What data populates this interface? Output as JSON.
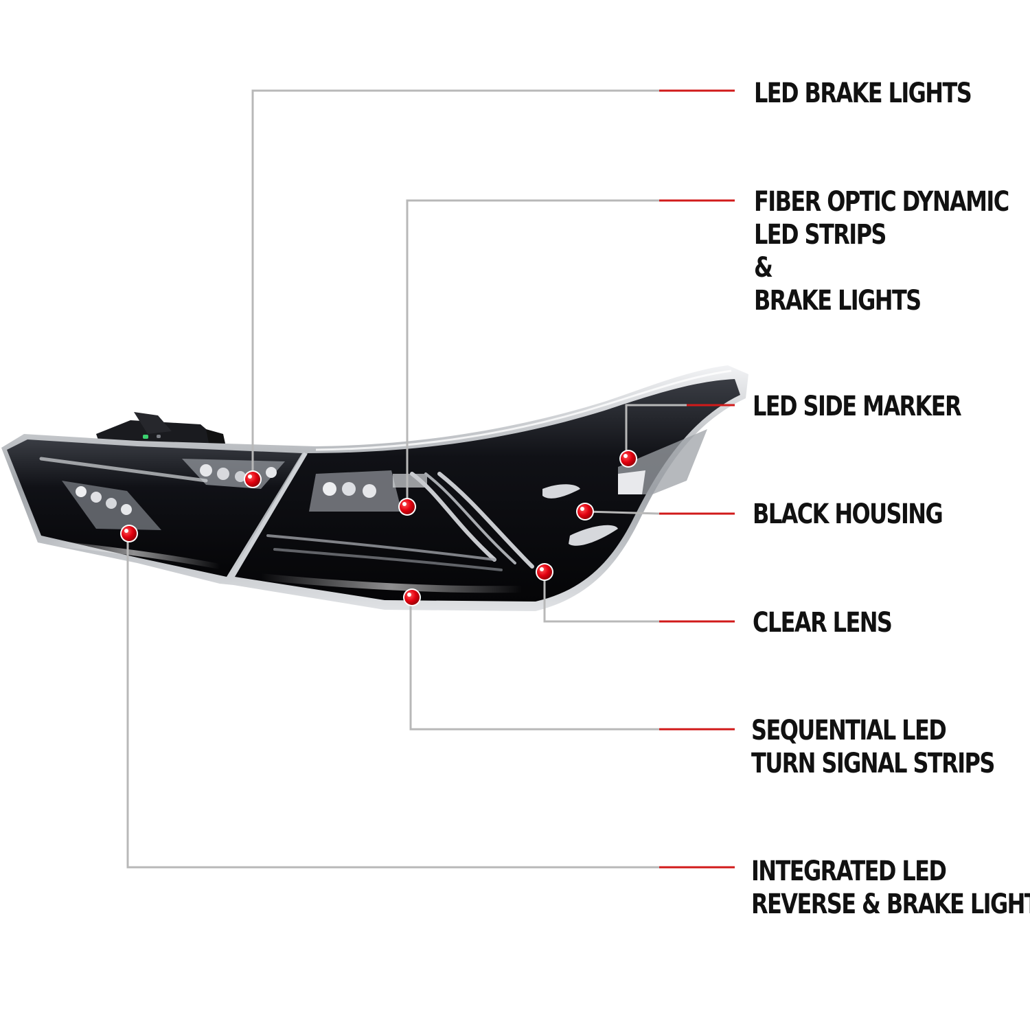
{
  "colors": {
    "marker": "#e3000f",
    "leader_grey": "#b8b8b8",
    "leader_red": "#d11a1a",
    "housing": "#0b0b0f",
    "chrome": "#c9ccd0",
    "text": "#111111"
  },
  "callouts": [
    {
      "id": "led-brake-lights",
      "lines": [
        "LED BRAKE LIGHTS"
      ]
    },
    {
      "id": "fiber-optic",
      "lines": [
        "FIBER OPTIC DYNAMIC",
        "LED STRIPS",
        "&",
        "BRAKE LIGHTS"
      ]
    },
    {
      "id": "led-side-marker",
      "lines": [
        "LED SIDE MARKER"
      ]
    },
    {
      "id": "black-housing",
      "lines": [
        "BLACK HOUSING"
      ]
    },
    {
      "id": "clear-lens",
      "lines": [
        "CLEAR LENS"
      ]
    },
    {
      "id": "sequential-led",
      "lines": [
        "SEQUENTIAL LED",
        "TURN SIGNAL STRIPS"
      ]
    },
    {
      "id": "integrated-led",
      "lines": [
        "INTEGRATED LED",
        "REVERSE & BRAKE LIGHT"
      ]
    }
  ]
}
